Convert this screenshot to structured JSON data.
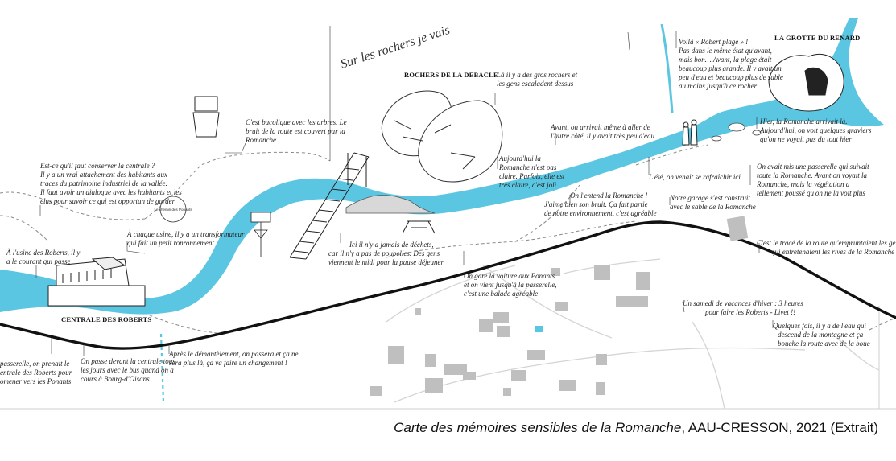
{
  "colors": {
    "river": "#5bc6e1",
    "road": "#111111",
    "building": "#bfbfbf",
    "path": "#888888"
  },
  "places": {
    "rochers_debacle": "ROCHERS DE LA DEBACLE",
    "grotte_renard": "LA GROTTE DU RENARD",
    "centrale_roberts": "CENTRALE DES ROBERTS"
  },
  "script_text": "Sur les rochers je vais",
  "sign_text": "Le chemin des Ponants",
  "caption": {
    "title": "Carte des mémoires sensibles de la Romanche",
    "rest": ", AAU-CRESSON, 2021 (Extrait)"
  },
  "notes": {
    "bucolique": [
      "C'est bucolique avec les arbres. Le",
      "bruit de la route est couvert par la",
      "Romanche"
    ],
    "conserver": [
      "Est-ce qu'il faut conserver la centrale ?",
      "Il y a un vrai attachement des habitants aux",
      "traces du patrimoine industriel de la vallée.",
      "Il faut avoir un dialogue avec les habitants et les",
      "élus pour savoir ce qui est opportun de garder"
    ],
    "usine": [
      "À l'usine des Roberts, il y",
      "a le courant qui passe"
    ],
    "transformateur": [
      "À chaque usine, il y a un transformateur",
      "qui fait un petit ronronnement"
    ],
    "gros_rochers": [
      "Là il y a des gros rochers et",
      "les gens escaladent dessus"
    ],
    "plage": [
      "Voilà « Robert plage » !",
      "Pas dans le même état qu'avant,",
      "mais bon… Avant, la plage était",
      "beaucoup plus grande. Il y avait un",
      "peu d'eau et beaucoup plus de sable",
      "au moins jusqu'à ce rocher"
    ],
    "avant_aller": [
      "Avant, on arrivait même à aller de",
      "l'autre côté, il y avait très peu d'eau"
    ],
    "eau_claire": [
      "Aujourd'hui la",
      "Romanche n'est pas",
      "claire. Parfois, elle est",
      "très claire, c'est joli"
    ],
    "hier": [
      "Hier, la Romanche arrivait là.",
      "Aujourd'hui, on voit quelques graviers",
      "qu'on ne voyait pas du tout hier"
    ],
    "ete": "L'été, on venait se rafraîchir ici",
    "entend": [
      "On l'entend la Romanche !",
      "J'aime bien son bruit. Ça fait partie",
      "de notre environnement, c'est agréable"
    ],
    "garage": [
      "Notre garage s'est construit",
      "avec le sable de la Romanche"
    ],
    "passerelle_ref": [
      "On avait mis une passerelle qui suivait",
      "toute la Romanche. Avant on voyait la",
      "Romanche, mais la végétation a",
      "tellement poussé qu'on ne la voit plus"
    ],
    "dechets": [
      "Ici il n'y a jamais de déchets,",
      "car il n'y a pas de poubelles. Des gens",
      "viennent le midi pour la pause déjeuner"
    ],
    "trace": [
      "C'est le tracé de la route qu'empruntaient les gens",
      "qui entretenaient les rives de la Romanche"
    ],
    "voiture": [
      "On gare la voiture aux Ponants",
      "et on vient jusqu'à la passerelle,",
      "c'est une balade agréable"
    ],
    "vacances": [
      "Un samedi de vacances d'hiver : 3 heures",
      "pour faire les Roberts - Livet !!"
    ],
    "eau_descend": [
      "Quelques fois, il y a de l'eau qui",
      "descend de la montagne et ça",
      "bouche la route avec de la boue"
    ],
    "passerelle_prenait": [
      "passerelle, on prenait le",
      "entrale des Roberts pour",
      "omener vers les Ponants"
    ],
    "passe_devant": [
      "On passe devant la centrale tous",
      "les jours avec le bus quand on a",
      "cours à Bourg-d'Oisans"
    ],
    "demantelement": [
      "Après le démantèlement, on passera et ça ne",
      "sera plus là, ça va faire un changement !"
    ]
  }
}
